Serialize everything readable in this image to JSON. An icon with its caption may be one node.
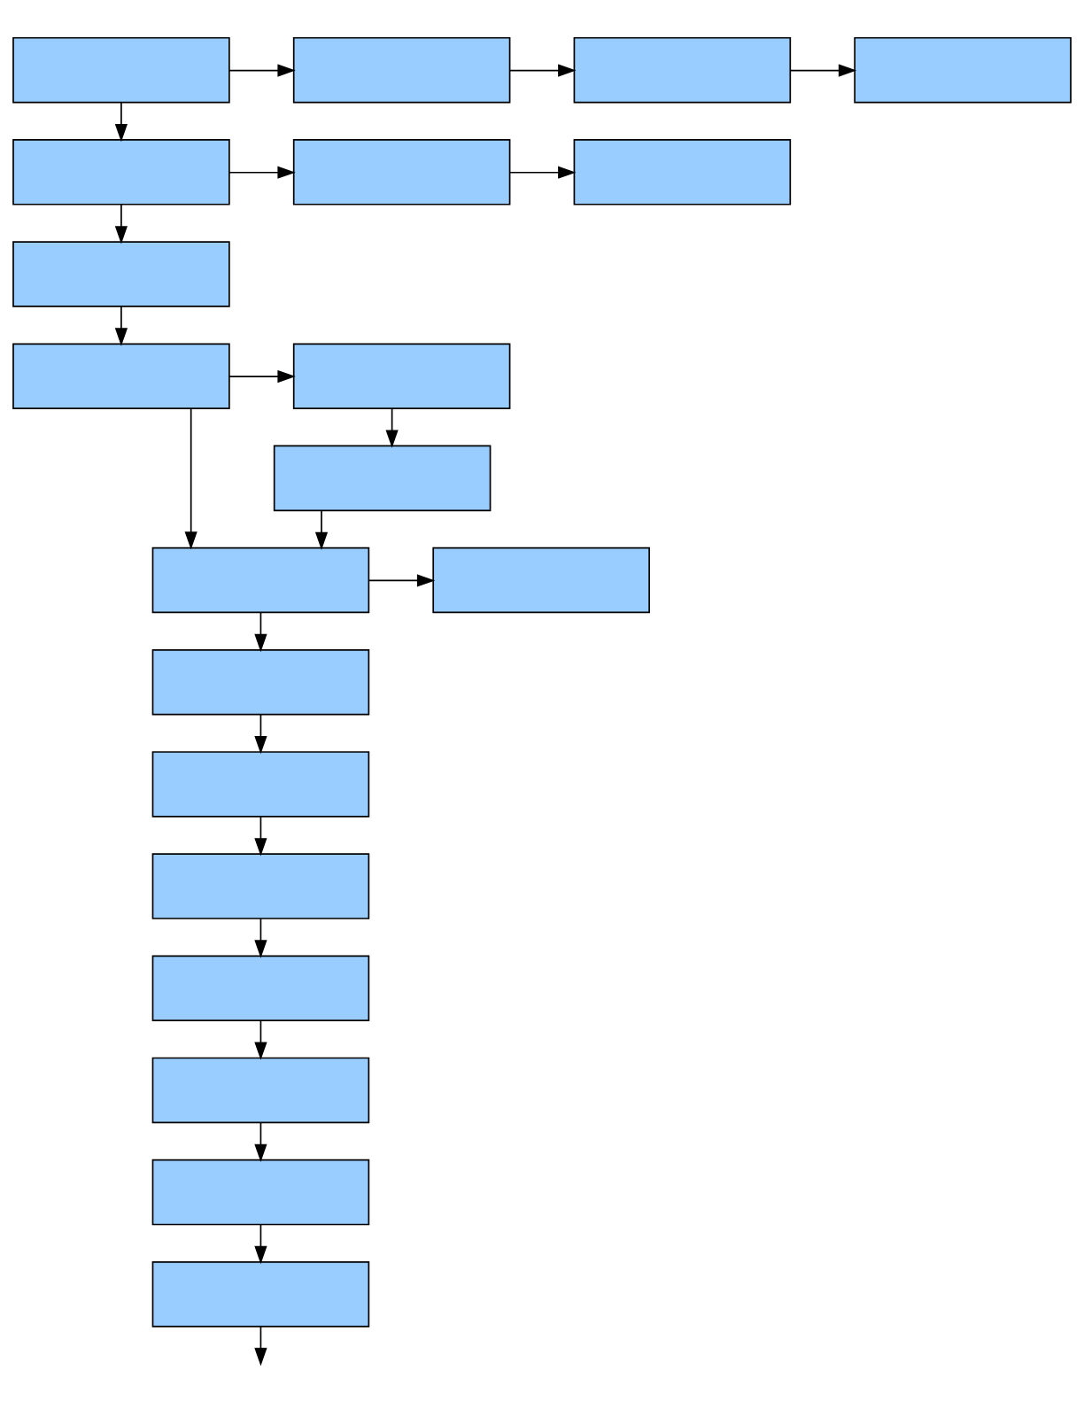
{
  "diagram": {
    "nodes": [
      {
        "text": [],
        "shape": "box"
      },
      {
        "text": [],
        "shape": "box"
      },
      {
        "text": [],
        "shape": "box"
      },
      {
        "text": [],
        "shape": "box"
      },
      {
        "text": [],
        "shape": "box"
      },
      {
        "text": [],
        "shape": "box"
      },
      {
        "text": [],
        "shape": "box"
      },
      {
        "text": [],
        "shape": "box"
      },
      {
        "text": [],
        "shape": "box"
      },
      {
        "text": [],
        "shape": "box"
      },
      {
        "text": [],
        "shape": "box"
      },
      {
        "text": [],
        "shape": "box"
      },
      {
        "text": [],
        "shape": "box"
      },
      {
        "text": [],
        "shape": "box"
      },
      {
        "text": [],
        "shape": "box"
      },
      {
        "text": [],
        "shape": "box"
      },
      {
        "text": [],
        "shape": "box"
      },
      {
        "text": [],
        "shape": "box"
      },
      {
        "text": [],
        "shape": "box"
      },
      {
        "text": [],
        "shape": "box"
      }
    ],
    "edges": [
      {
        "from": 0,
        "to": 1,
        "arrow": "to"
      },
      {
        "from": 1,
        "to": 2,
        "arrow": "to"
      },
      {
        "from": 2,
        "to": 3,
        "arrow": "to"
      },
      {
        "from": 0,
        "to": 4,
        "arrow": "to"
      },
      {
        "from": 4,
        "to": 5,
        "arrow": "to"
      },
      {
        "from": 5,
        "to": 6,
        "arrow": "to"
      },
      {
        "from": 4,
        "to": 7,
        "arrow": "to"
      },
      {
        "from": 7,
        "to": 8,
        "arrow": "to"
      },
      {
        "from": 8,
        "to": 9,
        "arrow": "to"
      },
      {
        "from": 9,
        "to": 10,
        "arrow": "to"
      },
      {
        "from": 8,
        "to": 11,
        "arrow": "to"
      },
      {
        "from": 10,
        "to": 11,
        "arrow": "to"
      },
      {
        "from": 11,
        "to": 12,
        "arrow": "to"
      },
      {
        "from": 11,
        "to": 13,
        "arrow": "to"
      },
      {
        "from": 13,
        "to": 14,
        "arrow": "to"
      },
      {
        "from": 14,
        "to": 15,
        "arrow": "to"
      },
      {
        "from": 15,
        "to": 16,
        "arrow": "to"
      },
      {
        "from": 16,
        "to": 17,
        "arrow": "to"
      },
      {
        "from": 17,
        "to": 18,
        "arrow": "to"
      },
      {
        "from": 18,
        "to": 19,
        "arrow": "to"
      },
      {
        "from": 19,
        "to": null,
        "arrow": "to"
      }
    ]
  }
}
